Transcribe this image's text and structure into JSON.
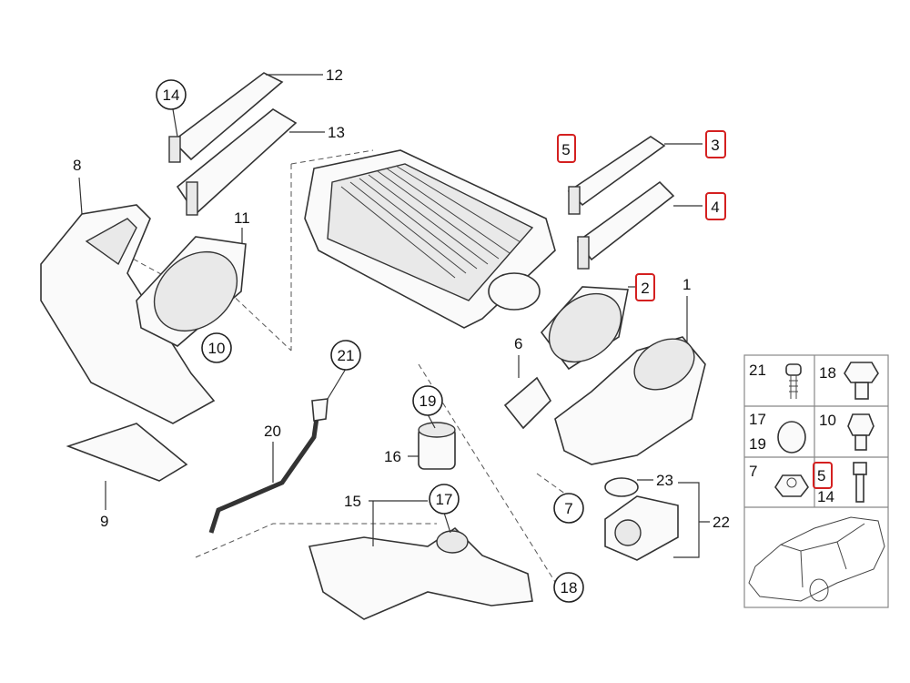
{
  "diagram": {
    "callouts_plain": [
      "12",
      "13",
      "8",
      "11",
      "9",
      "20",
      "16",
      "15",
      "6",
      "1",
      "23",
      "22"
    ],
    "callouts_circled": [
      "14",
      "10",
      "21",
      "19",
      "17",
      "7",
      "18"
    ],
    "callouts_highlighted": [
      "5",
      "3",
      "4",
      "2"
    ],
    "highlight_color": "#d42020",
    "parts_table": [
      "21",
      "18",
      "17",
      "19",
      "10",
      "7",
      "5",
      "14"
    ]
  }
}
